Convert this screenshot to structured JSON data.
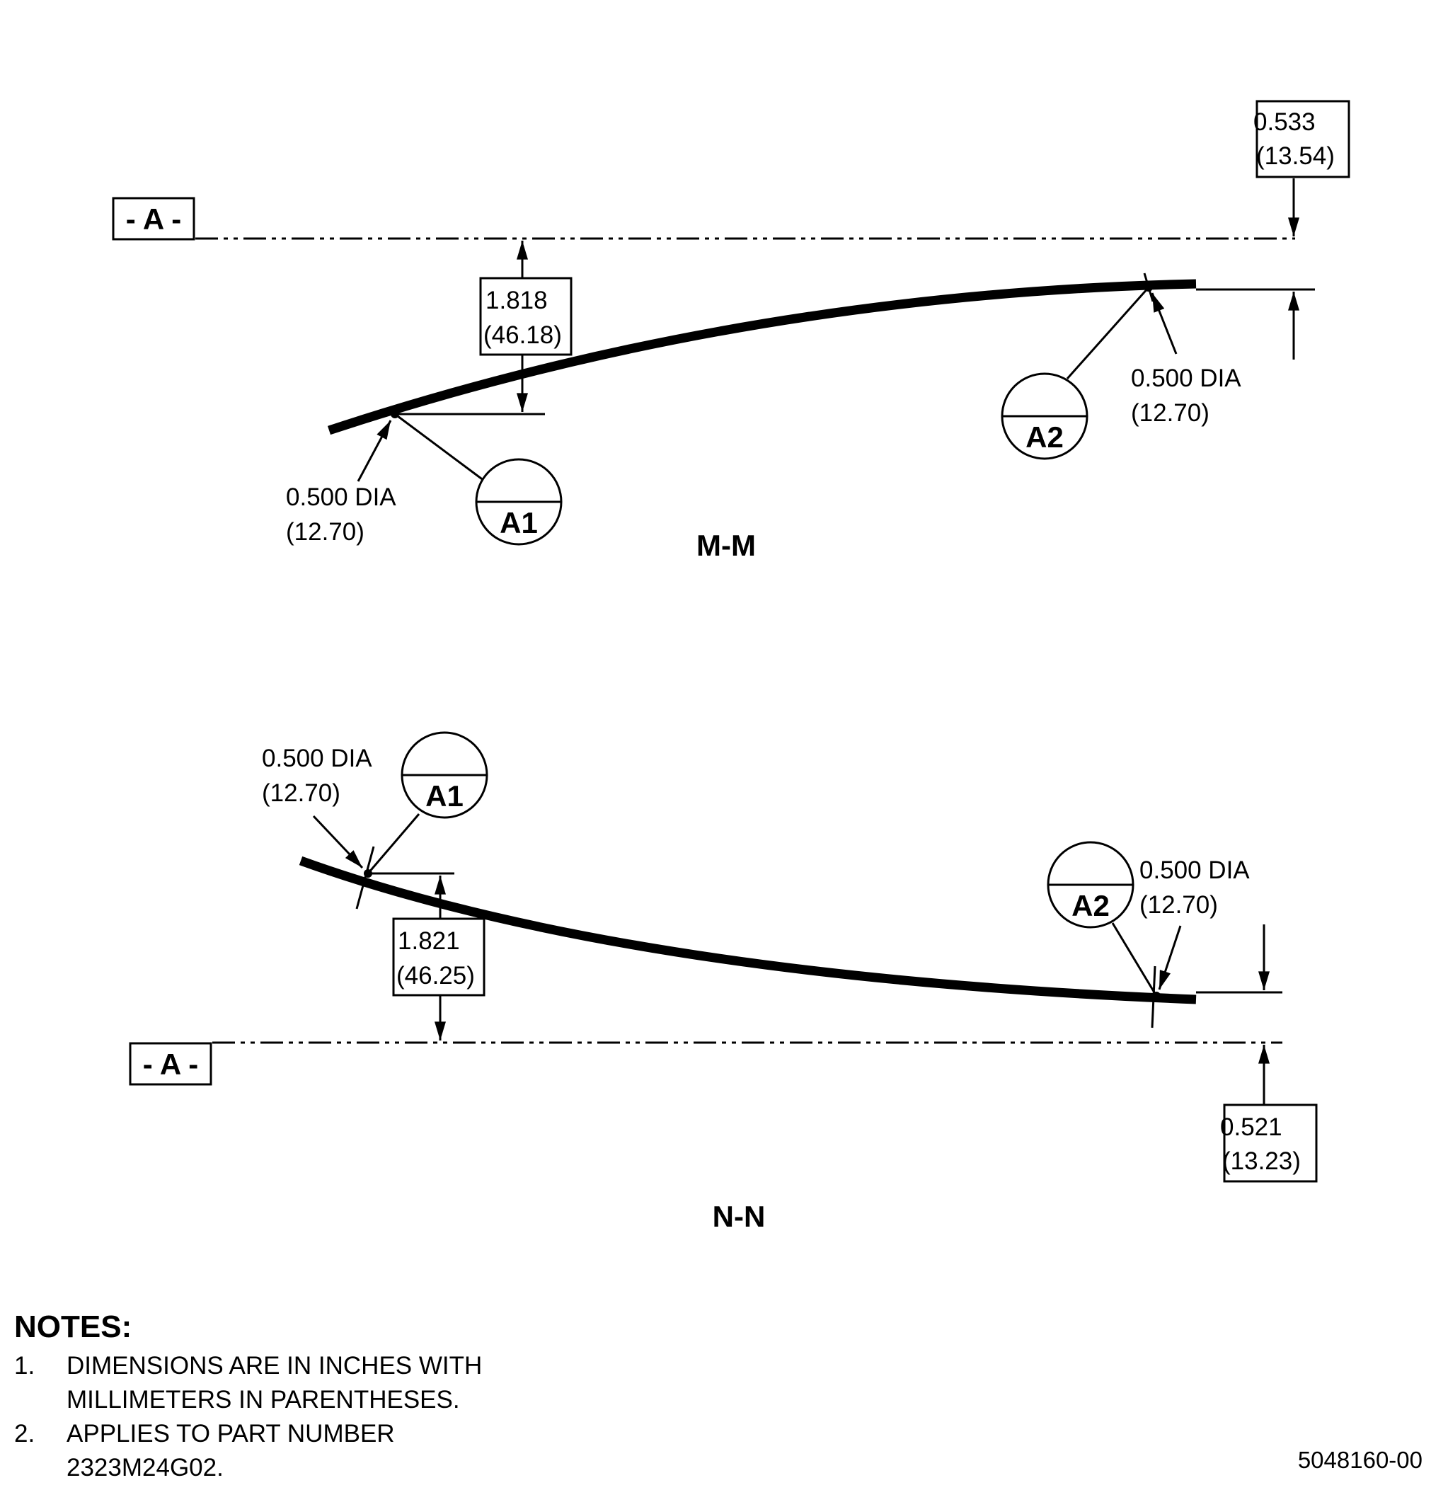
{
  "views": {
    "mm": {
      "datum_label": "- A -",
      "offset_value": "0.533",
      "offset_metric": "(13.54)",
      "height_value": "1.818",
      "height_metric": "(46.18)",
      "dia1_value": "0.500 DIA",
      "dia1_metric": "(12.70)",
      "dia2_value": "0.500 DIA",
      "dia2_metric": "(12.70)",
      "callout1": "A1",
      "callout2": "A2",
      "section_label": "M-M"
    },
    "nn": {
      "datum_label": "- A -",
      "offset_value": "0.521",
      "offset_metric": "(13.23)",
      "height_value": "1.821",
      "height_metric": "(46.25)",
      "dia1_value": "0.500 DIA",
      "dia1_metric": "(12.70)",
      "dia2_value": "0.500 DIA",
      "dia2_metric": "(12.70)",
      "callout1": "A1",
      "callout2": "A2",
      "section_label": "N-N"
    }
  },
  "notes": {
    "title": "NOTES:",
    "items": [
      {
        "num": "1.",
        "text": "DIMENSIONS ARE IN INCHES WITH MILLIMETERS IN PARENTHESES."
      },
      {
        "num": "2.",
        "text": "APPLIES TO PART NUMBER 2323M24G02."
      }
    ]
  },
  "figure_id": "5048160-00"
}
